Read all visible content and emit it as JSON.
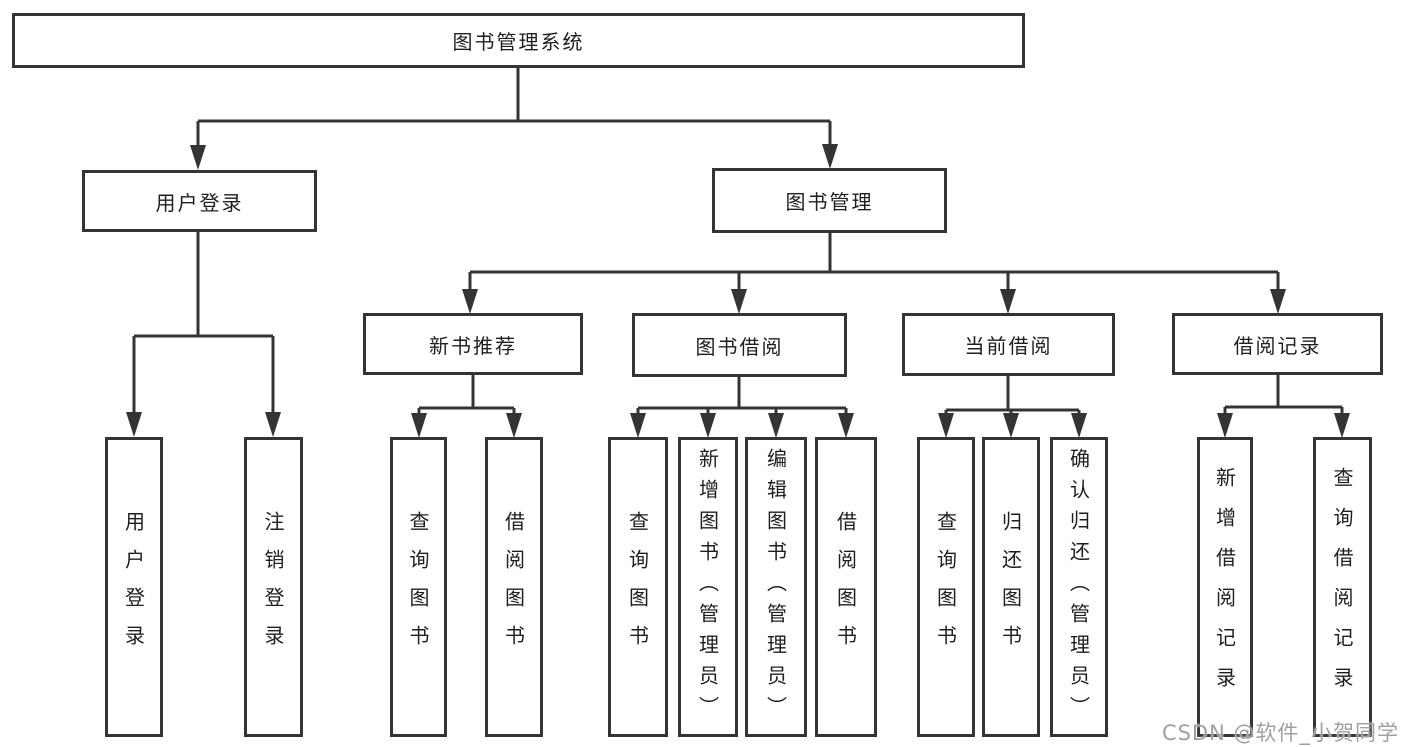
{
  "diagram": {
    "root": {
      "label": "图书管理系统"
    },
    "level2": [
      {
        "id": "user-login",
        "label": "用户登录"
      },
      {
        "id": "book-management",
        "label": "图书管理"
      }
    ],
    "level3": [
      {
        "id": "new-book-recommend",
        "label": "新书推荐"
      },
      {
        "id": "book-borrowing",
        "label": "图书借阅"
      },
      {
        "id": "current-borrowing",
        "label": "当前借阅"
      },
      {
        "id": "borrowing-records",
        "label": "借阅记录"
      }
    ],
    "leaves": [
      {
        "parent": "user-login",
        "label": "用户登录"
      },
      {
        "parent": "user-login",
        "label": "注销登录"
      },
      {
        "parent": "new-book-recommend",
        "label": "查询图书"
      },
      {
        "parent": "new-book-recommend",
        "label": "借阅图书"
      },
      {
        "parent": "book-borrowing",
        "label": "查询图书"
      },
      {
        "parent": "book-borrowing",
        "label": "新增图书（管理员）"
      },
      {
        "parent": "book-borrowing",
        "label": "编辑图书（管理员）"
      },
      {
        "parent": "book-borrowing",
        "label": "借阅图书"
      },
      {
        "parent": "current-borrowing",
        "label": "查询图书"
      },
      {
        "parent": "current-borrowing",
        "label": "归还图书"
      },
      {
        "parent": "current-borrowing",
        "label": "确认归还（管理员）"
      },
      {
        "parent": "borrowing-records",
        "label": "新增借阅记录"
      },
      {
        "parent": "borrowing-records",
        "label": "查询借阅记录"
      }
    ]
  },
  "watermark": "CSDN @软件_小贺同学",
  "colors": {
    "line": "#343434",
    "box_border": "#343434",
    "text": "#1f1f1f",
    "watermark": "#a0a0a0",
    "background": "#ffffff"
  }
}
